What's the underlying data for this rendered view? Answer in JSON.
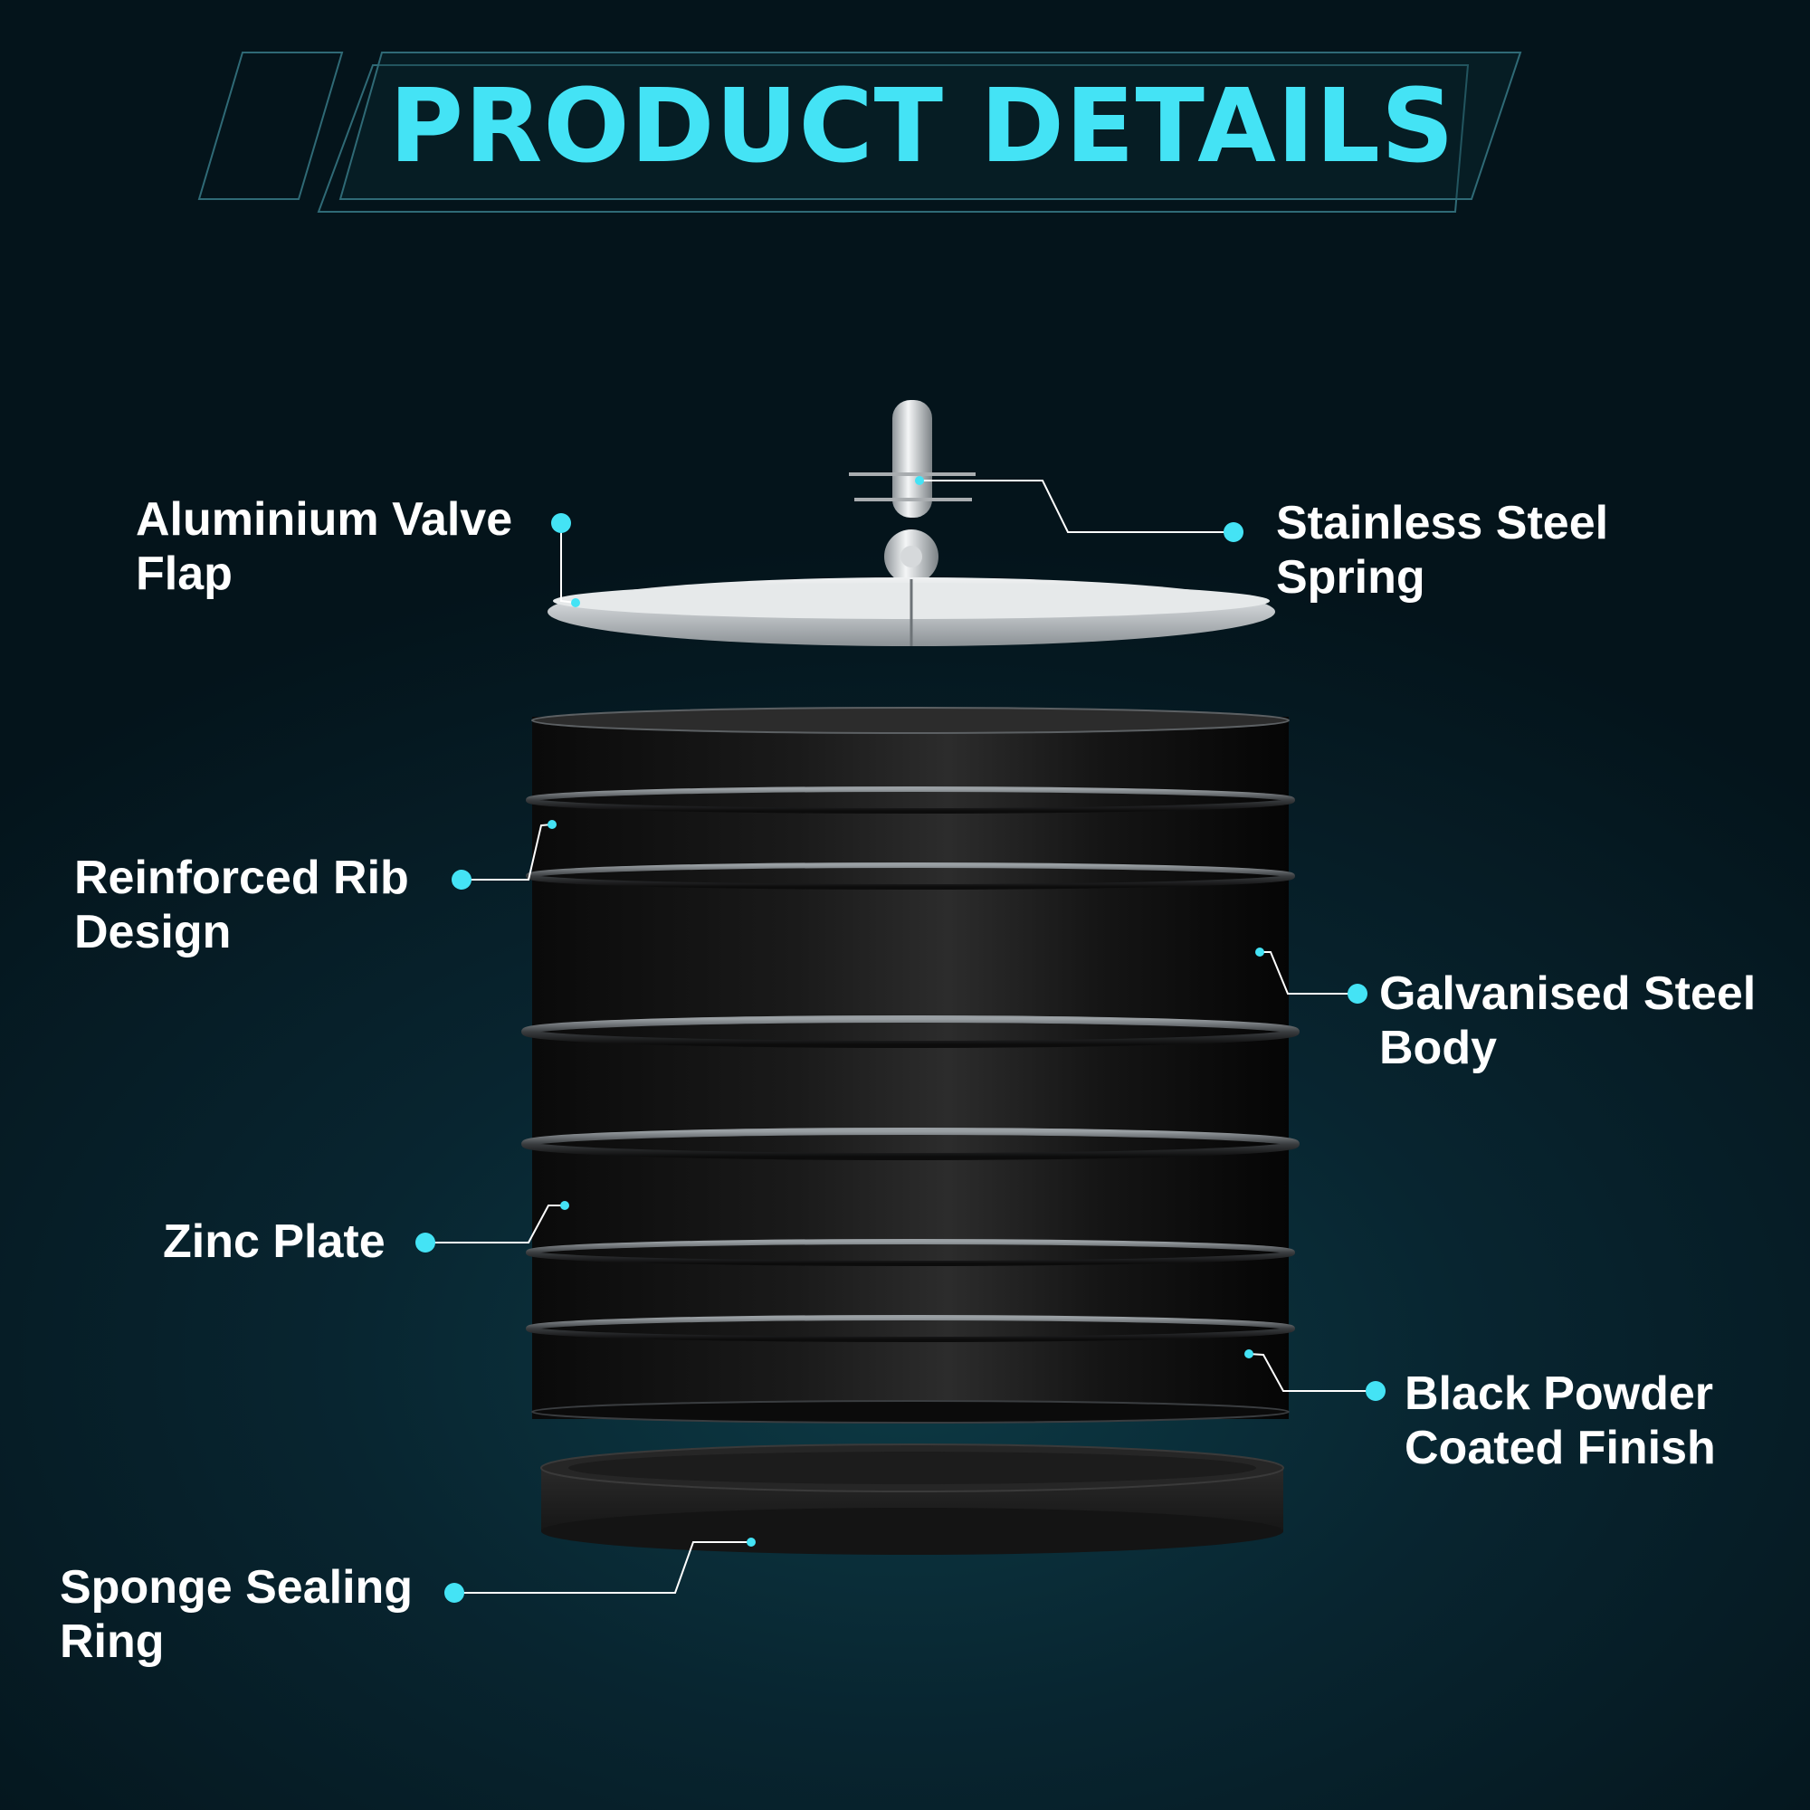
{
  "header": {
    "title": "PRODUCT DETAILS"
  },
  "colors": {
    "accent": "#44e3f5",
    "background": "#06202a",
    "text": "#ffffff"
  },
  "callouts": {
    "aluminium_valve_flap": {
      "line1": "Aluminium Valve",
      "line2": "Flap"
    },
    "stainless_steel_spring": {
      "line1": "Stainless Steel",
      "line2": "Spring"
    },
    "reinforced_rib_design": {
      "line1": "Reinforced Rib",
      "line2": "Design"
    },
    "galvanised_steel_body": {
      "line1": "Galvanised Steel",
      "line2": "Body"
    },
    "zinc_plate": {
      "line1": "Zinc Plate"
    },
    "black_powder_coated_finish": {
      "line1": "Black Powder",
      "line2": "Coated Finish"
    },
    "sponge_sealing_ring": {
      "line1": "Sponge Sealing",
      "line2": "Ring"
    }
  }
}
